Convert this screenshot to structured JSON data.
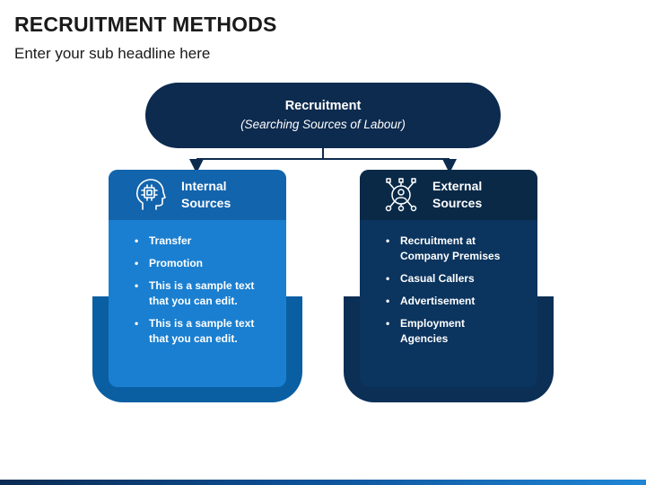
{
  "header": {
    "title": "RECRUITMENT METHODS",
    "subtitle": "Enter your sub headline here"
  },
  "root": {
    "title": "Recruitment",
    "subtitle": "(Searching Sources of Labour)"
  },
  "cards": [
    {
      "title_line1": "Internal",
      "title_line2": "Sources",
      "icon": "head-circuit-icon",
      "items": [
        [
          "Transfer"
        ],
        [
          "Promotion"
        ],
        [
          "This is a sample text",
          "that you can edit."
        ],
        [
          "This is a sample text",
          "that you can edit."
        ]
      ]
    },
    {
      "title_line1": "External",
      "title_line2": "Sources",
      "icon": "person-network-icon",
      "items": [
        [
          "Recruitment at",
          "Company Premises"
        ],
        [
          "Casual Callers"
        ],
        [
          "Advertisement"
        ],
        [
          "Employment",
          "Agencies"
        ]
      ]
    }
  ],
  "colors": {
    "navy": "#0d2b4f",
    "blue": "#1a7fd0",
    "blue_dark": "#1264ad",
    "blue_back": "#0a5fa3",
    "navy_card": "#0b345e",
    "navy_head": "#092947",
    "navy_back": "#0b2f55"
  }
}
